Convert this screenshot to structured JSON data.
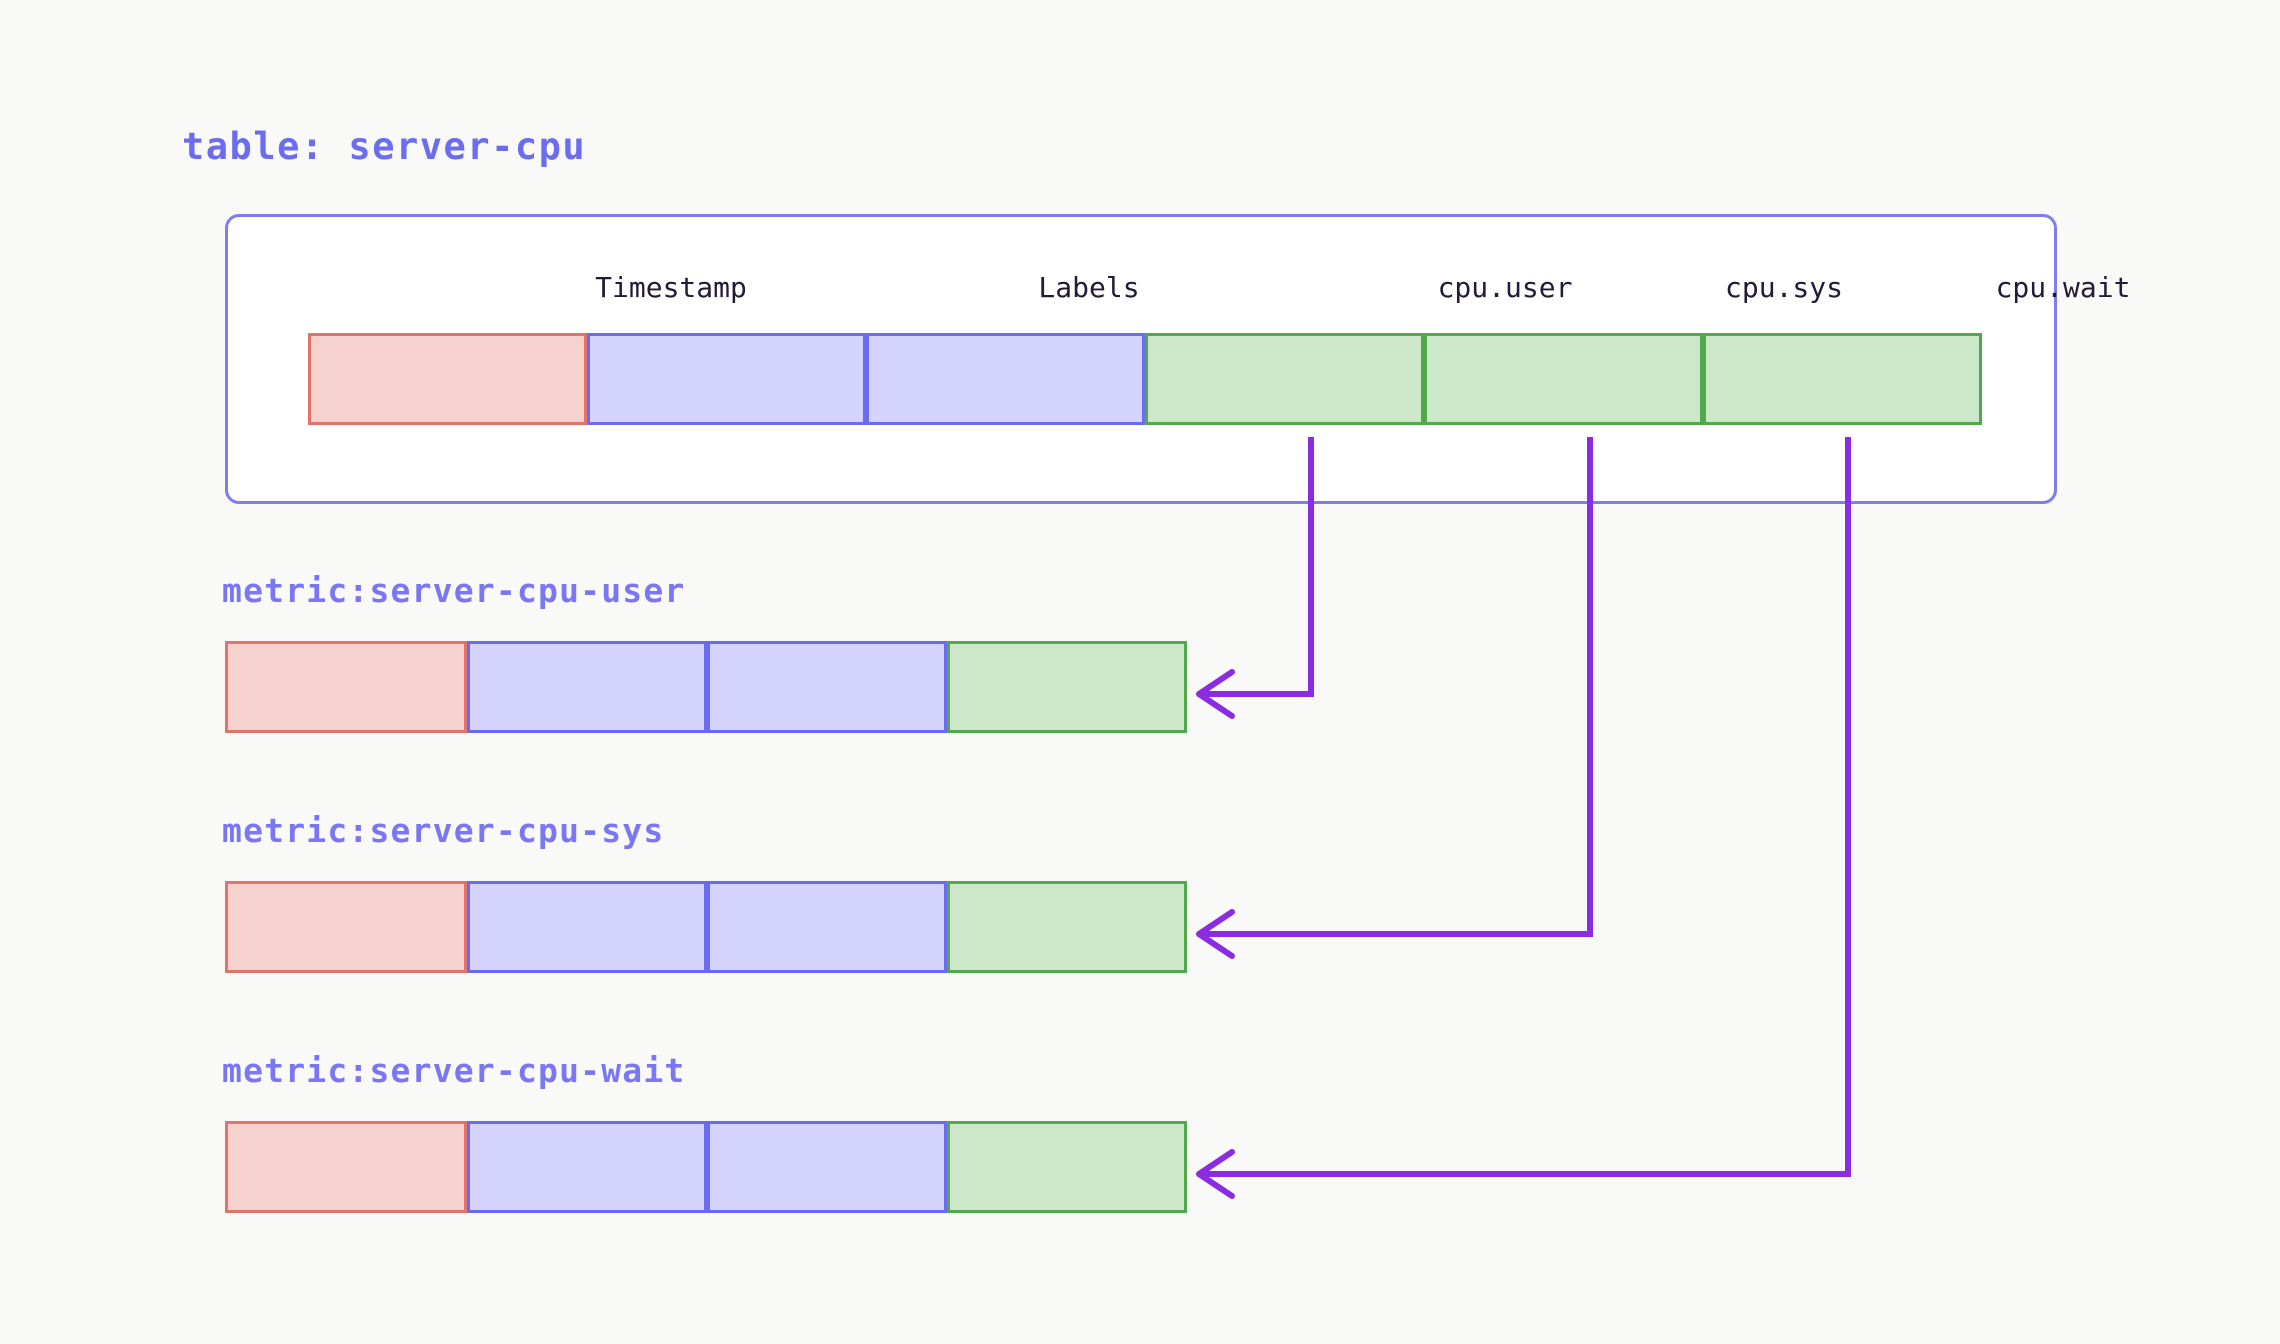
{
  "diagram": {
    "type": "data-model-mapping",
    "description": "A wide table with timestamp, labels and three value columns fans out into three separate single-value metric series.",
    "background_color": "#f9f9f8",
    "accent_color": "#6c6cf0",
    "arrow_color": "#8b2be2"
  },
  "table": {
    "title": "table: server-cpu",
    "columns": [
      {
        "label": "Timestamp",
        "kind": "timestamp",
        "color": "#f6d2cf",
        "border": "#e2726a"
      },
      {
        "label": "Labels",
        "kind": "label",
        "color": "#d3d3fb",
        "border": "#6b6bf2"
      },
      {
        "label": "",
        "kind": "label",
        "color": "#d3d3fb",
        "border": "#6b6bf2"
      },
      {
        "label": "cpu.user",
        "kind": "value",
        "color": "#cde8c8",
        "border": "#52a94b"
      },
      {
        "label": "cpu.sys",
        "kind": "value",
        "color": "#cde8c8",
        "border": "#52a94b"
      },
      {
        "label": "cpu.wait",
        "kind": "value",
        "color": "#cde8c8",
        "border": "#52a94b"
      }
    ]
  },
  "metrics": [
    {
      "title": "metric:server-cpu-user",
      "source_column": "cpu.user",
      "cells": [
        {
          "kind": "timestamp",
          "color": "#f6d2cf",
          "border": "#e2726a"
        },
        {
          "kind": "label",
          "color": "#d3d3fb",
          "border": "#6b6bf2"
        },
        {
          "kind": "label",
          "color": "#d3d3fb",
          "border": "#6b6bf2"
        },
        {
          "kind": "value",
          "color": "#cde8c8",
          "border": "#52a94b"
        }
      ]
    },
    {
      "title": "metric:server-cpu-sys",
      "source_column": "cpu.sys",
      "cells": [
        {
          "kind": "timestamp",
          "color": "#f6d2cf",
          "border": "#e2726a"
        },
        {
          "kind": "label",
          "color": "#d3d3fb",
          "border": "#6b6bf2"
        },
        {
          "kind": "label",
          "color": "#d3d3fb",
          "border": "#6b6bf2"
        },
        {
          "kind": "value",
          "color": "#cde8c8",
          "border": "#52a94b"
        }
      ]
    },
    {
      "title": "metric:server-cpu-wait",
      "source_column": "cpu.wait",
      "cells": [
        {
          "kind": "timestamp",
          "color": "#f6d2cf",
          "border": "#e2726a"
        },
        {
          "kind": "label",
          "color": "#d3d3fb",
          "border": "#6b6bf2"
        },
        {
          "kind": "label",
          "color": "#d3d3fb",
          "border": "#6b6bf2"
        },
        {
          "kind": "value",
          "color": "#cde8c8",
          "border": "#52a94b"
        }
      ]
    }
  ],
  "connectors": [
    {
      "from": "cpu.user",
      "to": "metric:server-cpu-user",
      "style": "elbow-arrow"
    },
    {
      "from": "cpu.sys",
      "to": "metric:server-cpu-sys",
      "style": "elbow-arrow"
    },
    {
      "from": "cpu.wait",
      "to": "metric:server-cpu-wait",
      "style": "elbow-arrow"
    }
  ]
}
